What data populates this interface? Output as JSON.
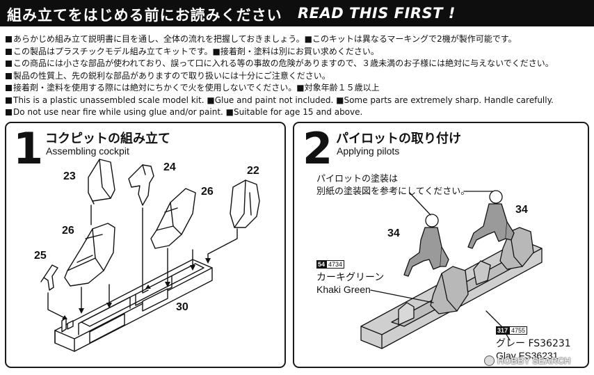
{
  "header": {
    "title_jp": "組み立てをはじめる前にお読みください",
    "title_en": "READ THIS FIRST !"
  },
  "notes": [
    "あらかじめ組み立て説明書に目を通し、全体の流れを把握しておきましょう。■このキットは異なるマーキングで2機が製作可能です。",
    "この製品はプラスチックモデル組み立てキットです。■接着剤・塗料は別にお買い求めください。",
    "この商品には小さな部品が使われており、誤って口に入れる等の事故の危険がありますので、３歳未満のお子様には絶対に与えないでください。",
    "製品の性質上、先の鋭利な部品がありますので取り扱いには十分にご注意ください。",
    "接着剤・塗料を使用する際には絶対にちかくで火を使用しないでください。■対象年齢１５歳以上",
    "This is a plastic unassembled scale model kit.  ■Glue and paint not included.  ■Some parts are extremely sharp. Handle carefully.",
    "Do not use near fire while using glue and/or paint. ■Suitable for age 15 and above."
  ],
  "step1": {
    "number": "1",
    "title_jp": "コクピットの組み立て",
    "title_en": "Assembling cockpit",
    "parts": {
      "p23": "23",
      "p24": "24",
      "p22": "22",
      "p26a": "26",
      "p26b": "26",
      "p25": "25",
      "p30": "30"
    }
  },
  "step2": {
    "number": "2",
    "title_jp": "パイロットの取り付け",
    "title_en": "Applying pilots",
    "note_line1": "パイロットの塗装は",
    "note_line2": "別紙の塗装図を参考にしてください。",
    "parts": {
      "p34a": "34",
      "p34b": "34"
    },
    "paint1": {
      "code_a": "54",
      "code_b": "4734",
      "name_jp": "カーキグリーン",
      "name_en": "Khaki Green"
    },
    "paint2": {
      "code_a": "317",
      "code_b": "4755",
      "name_jp": "グレー FS36231",
      "name_en": "Glay FS36231"
    }
  },
  "watermark": {
    "text": "HOBBY SEARCH"
  }
}
